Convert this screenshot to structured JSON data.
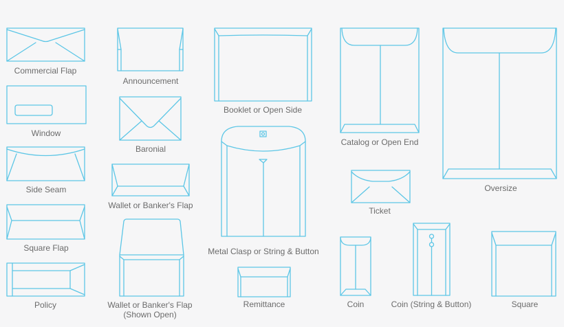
{
  "envelopes": [
    {
      "id": "commercial-flap",
      "label": "Commercial Flap"
    },
    {
      "id": "window",
      "label": "Window"
    },
    {
      "id": "side-seam",
      "label": "Side Seam"
    },
    {
      "id": "square-flap",
      "label": "Square Flap"
    },
    {
      "id": "policy",
      "label": "Policy"
    },
    {
      "id": "announcement",
      "label": "Announcement"
    },
    {
      "id": "baronial",
      "label": "Baronial"
    },
    {
      "id": "wallet-bankers-flap",
      "label": "Wallet or Banker's Flap"
    },
    {
      "id": "wallet-bankers-flap-open",
      "label": "Wallet or Banker's Flap",
      "label2": "(Shown Open)"
    },
    {
      "id": "booklet-open-side",
      "label": "Booklet or Open Side"
    },
    {
      "id": "metal-clasp-string-button",
      "label": "Metal Clasp or String & Button"
    },
    {
      "id": "remittance",
      "label": "Remittance"
    },
    {
      "id": "catalog-open-end",
      "label": "Catalog or Open End"
    },
    {
      "id": "ticket",
      "label": "Ticket"
    },
    {
      "id": "coin",
      "label": "Coin"
    },
    {
      "id": "coin-string-button",
      "label": "Coin (String & Button)"
    },
    {
      "id": "oversize",
      "label": "Oversize"
    },
    {
      "id": "square",
      "label": "Square"
    }
  ],
  "colors": {
    "line": "#5cc6e6",
    "label": "#6b6b6b",
    "background": "#f6f6f7"
  }
}
